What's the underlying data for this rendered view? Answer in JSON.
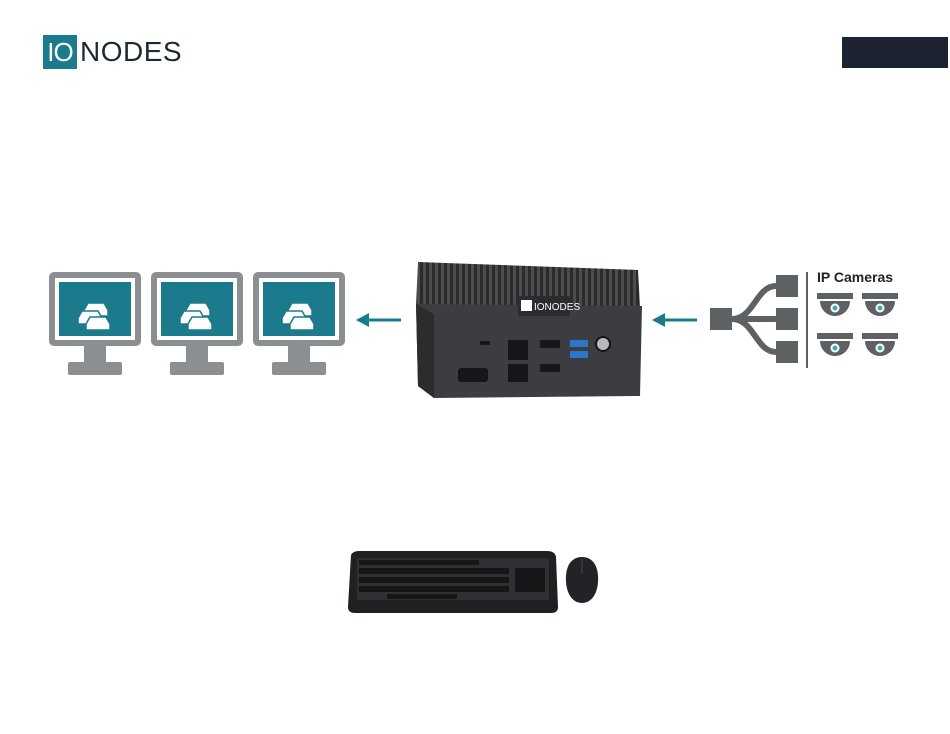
{
  "brand": {
    "logo_box": "IO",
    "logo_text": "NODES",
    "color": "#1b7b8c"
  },
  "cameras": {
    "title": "IP Cameras"
  },
  "device": {
    "brand": "IONODES"
  },
  "colors": {
    "accent": "#1b7b8c",
    "dark": "#1c2230",
    "gray": "#5e6163"
  },
  "icons": {
    "monitor": "monitor-traffic-icon",
    "arrow": "arrow-left-icon",
    "camera": "dome-camera-icon",
    "splitter": "network-splitter-icon"
  }
}
